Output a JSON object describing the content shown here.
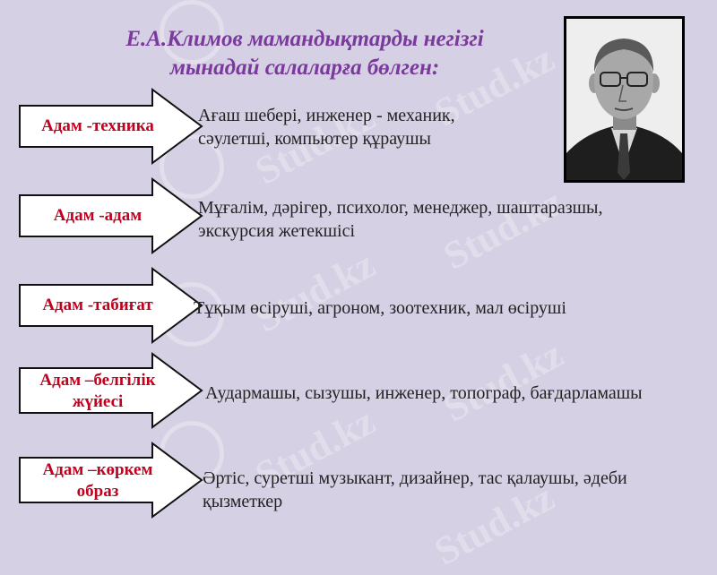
{
  "title": {
    "line1": "Е.А.Климов  мамандықтарды негізгі",
    "line2": "мынадай салаларға бөлген:"
  },
  "watermark_text": "Stud.kz",
  "photo": {
    "icon": "portrait-photo"
  },
  "categories": [
    {
      "label": "Адам -техника",
      "desc1": "Ағаш шебері, инженер - механик,",
      "desc2": "сәулетші, компьютер құраушы"
    },
    {
      "label": "Адам -адам",
      "desc1": "Мұғалім, дәрігер, психолог, менеджер, шаштаразшы,",
      "desc2": "экскурсия жетекшісі"
    },
    {
      "label": "Адам -табиғат",
      "desc1": "Тұқым өсіруші, агроном, зоотехник, мал өсіруші",
      "desc2": ""
    },
    {
      "label1": "Адам –белгілік",
      "label2": "жүйесі",
      "desc1": "Аудармашы, сызушы, инженер, топограф, бағдарламашы",
      "desc2": ""
    },
    {
      "label1": "Адам –көркем",
      "label2": "образ",
      "desc1": "Әртіс, суретші музыкант, дизайнер, тас қалаушы, әдеби",
      "desc2": "қызметкер"
    }
  ],
  "colors": {
    "background": "#d6d0e4",
    "title": "#7a3a9c",
    "label": "#c4001e"
  }
}
